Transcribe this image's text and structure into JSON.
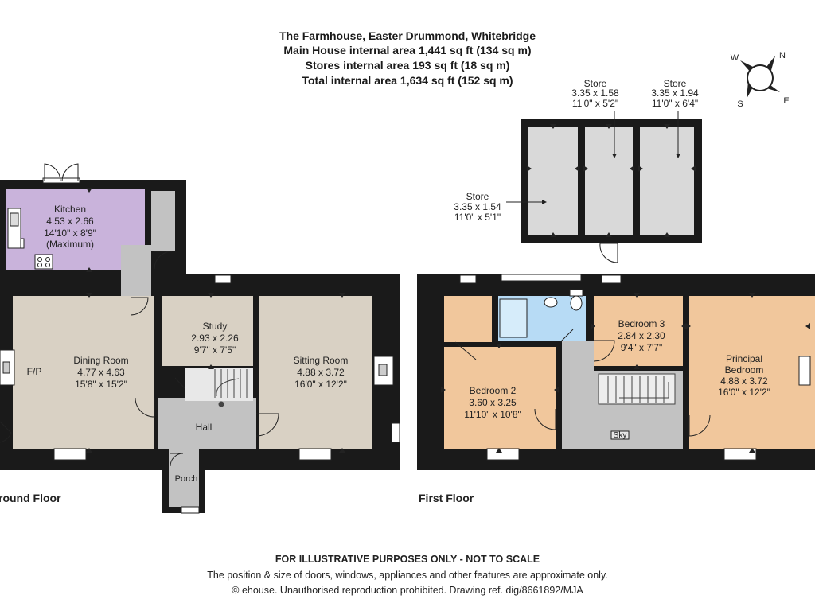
{
  "header": {
    "title": "The Farmhouse, Easter Drummond, Whitebridge",
    "main_area": "Main House internal area 1,441 sq ft (134 sq m)",
    "stores_area": "Stores internal area 193 sq ft (18 sq m)",
    "total_area": "Total internal area 1,634 sq ft (152 sq m)"
  },
  "compass": {
    "n": "N",
    "e": "E",
    "s": "S",
    "w": "W"
  },
  "floors": {
    "ground": "round Floor",
    "first": "First Floor"
  },
  "rooms": {
    "kitchen": {
      "name": "Kitchen",
      "metric": "4.53 x 2.66",
      "imperial": "14'10\" x 8'9\"",
      "note": "(Maximum)"
    },
    "dining": {
      "name": "Dining Room",
      "metric": "4.77 x 4.63",
      "imperial": "15'8\" x 15'2\""
    },
    "study": {
      "name": "Study",
      "metric": "2.93 x 2.26",
      "imperial": "9'7\" x 7'5\""
    },
    "sitting": {
      "name": "Sitting Room",
      "metric": "4.88 x 3.72",
      "imperial": "16'0\" x 12'2\""
    },
    "hall": {
      "name": "Hall"
    },
    "porch": {
      "name": "Porch"
    },
    "fp": {
      "name": "F/P"
    },
    "bedroom2": {
      "name": "Bedroom 2",
      "metric": "3.60 x 3.25",
      "imperial": "11'10\" x 10'8\""
    },
    "bedroom3": {
      "name": "Bedroom 3",
      "metric": "2.84 x 2.30",
      "imperial": "9'4\" x 7'7\""
    },
    "principal": {
      "name1": "Principal",
      "name2": "Bedroom",
      "metric": "4.88 x 3.72",
      "imperial": "16'0\" x 12'2\""
    },
    "sky": {
      "name": "Sky"
    },
    "store1": {
      "name": "Store",
      "metric": "3.35 x 1.58",
      "imperial": "11'0\" x 5'2\""
    },
    "store2": {
      "name": "Store",
      "metric": "3.35 x 1.94",
      "imperial": "11'0\" x 6'4\""
    },
    "store3": {
      "name": "Store",
      "metric": "3.35 x 1.54",
      "imperial": "11'0\" x 5'1\""
    }
  },
  "colors": {
    "wall": "#1a1a1a",
    "kitchen": "#c9b3db",
    "dining": "#d9d1c4",
    "circulation": "#c2c2c2",
    "bedroom": "#f1c79c",
    "bathroom": "#b7dbf5",
    "store": "#d9d9d9"
  },
  "footer": {
    "line1": "FOR ILLUSTRATIVE PURPOSES ONLY - NOT TO SCALE",
    "line2": "The position & size of doors, windows, appliances and other features are approximate only.",
    "line3": "© ehouse. Unauthorised reproduction prohibited. Drawing ref. dig/8661892/MJA"
  }
}
